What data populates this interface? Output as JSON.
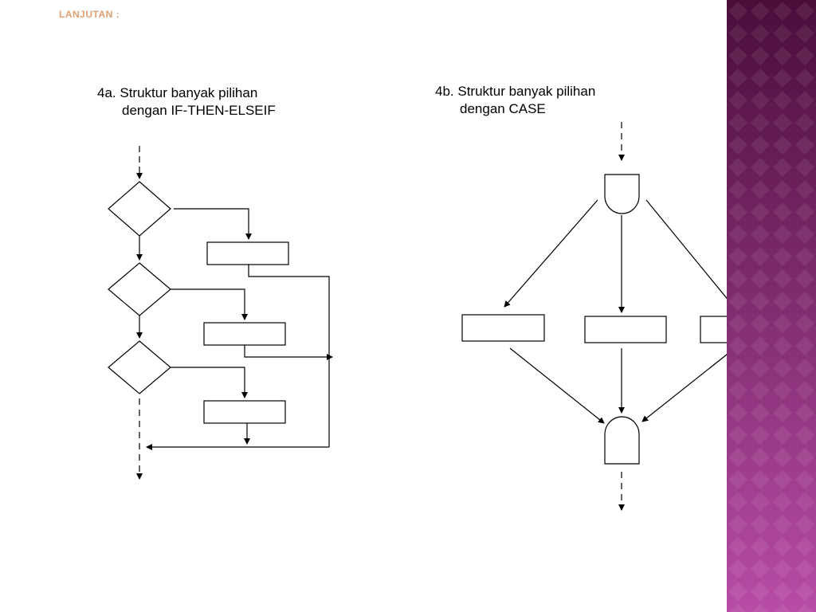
{
  "slide": {
    "header": "LANJUTAN :",
    "caption_left": {
      "line1": "4a. Struktur banyak pilihan",
      "line2": "dengan IF-THEN-ELSEIF"
    },
    "caption_right": {
      "line1": "4b. Struktur banyak pilihan",
      "line2": "dengan CASE"
    }
  },
  "colors": {
    "header_text": "#e0a070",
    "line": "#000000",
    "panel_top": "#4a0d3a",
    "panel_bottom": "#b84ca6"
  }
}
